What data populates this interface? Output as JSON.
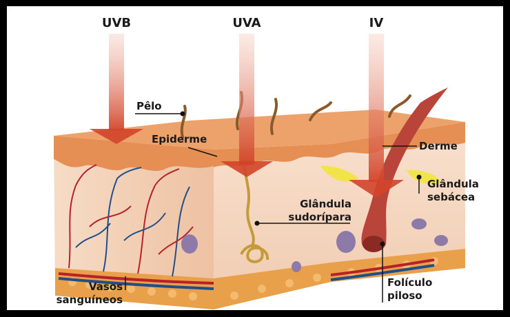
{
  "rays": {
    "uvb": "UVB",
    "uva": "UVA",
    "iv": "IV"
  },
  "labels": {
    "pelo": "Pêlo",
    "epiderme": "Epiderme",
    "derme": "Derme",
    "glandula_sebacea_1": "Glândula",
    "glandula_sebacea_2": "sebácea",
    "glandula_sudoripara_1": "Glândula",
    "glandula_sudoripara_2": "sudorípara",
    "vasos_1": "Vasos",
    "vasos_2": "sanguíneos",
    "foliculo_1": "Folículo",
    "foliculo_2": "piloso"
  },
  "colors": {
    "ray_arrow": "#d2442a",
    "epidermis": "#e9a56c",
    "dermis": "#f7dcc8",
    "fat": "#e39a3c",
    "artery": "#b8202a",
    "vein": "#1f4f8a",
    "hair": "#8a5a2b",
    "sebaceous": "#f1e34a",
    "follicle": "#b9453a"
  }
}
